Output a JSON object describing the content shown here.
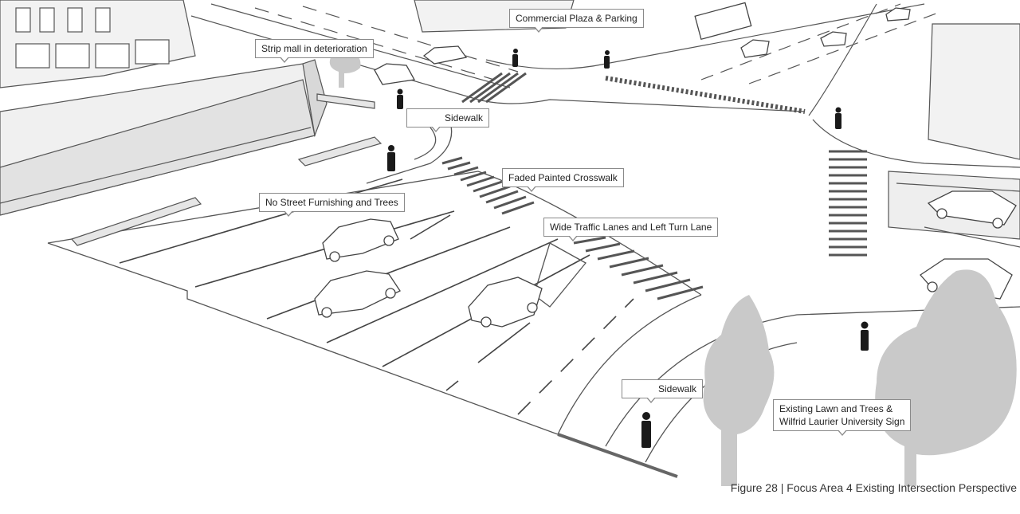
{
  "figure": {
    "caption": "Figure 28 | Focus Area 4 Existing Intersection Perspective"
  },
  "callouts": {
    "commercial_plaza": "Commercial Plaza & Parking",
    "strip_mall": "Strip mall in deterioration",
    "sidewalk_upper": "Sidewalk",
    "faded_crosswalk": "Faded Painted Crosswalk",
    "no_furnishing": "No Street Furnishing and Trees",
    "wide_lanes": "Wide Traffic Lanes and Left Turn Lane",
    "sidewalk_lower": "Sidewalk",
    "lawn_line1": "Existing Lawn and Trees &",
    "lawn_line2": "Wilfrid Laurier University Sign"
  },
  "colors": {
    "line": "#555555",
    "building_fill": "#f2f2f2",
    "shadow_fill": "#dcdcdc",
    "tree_fill": "#c9c9c9",
    "person_fill": "#1a1a1a"
  }
}
